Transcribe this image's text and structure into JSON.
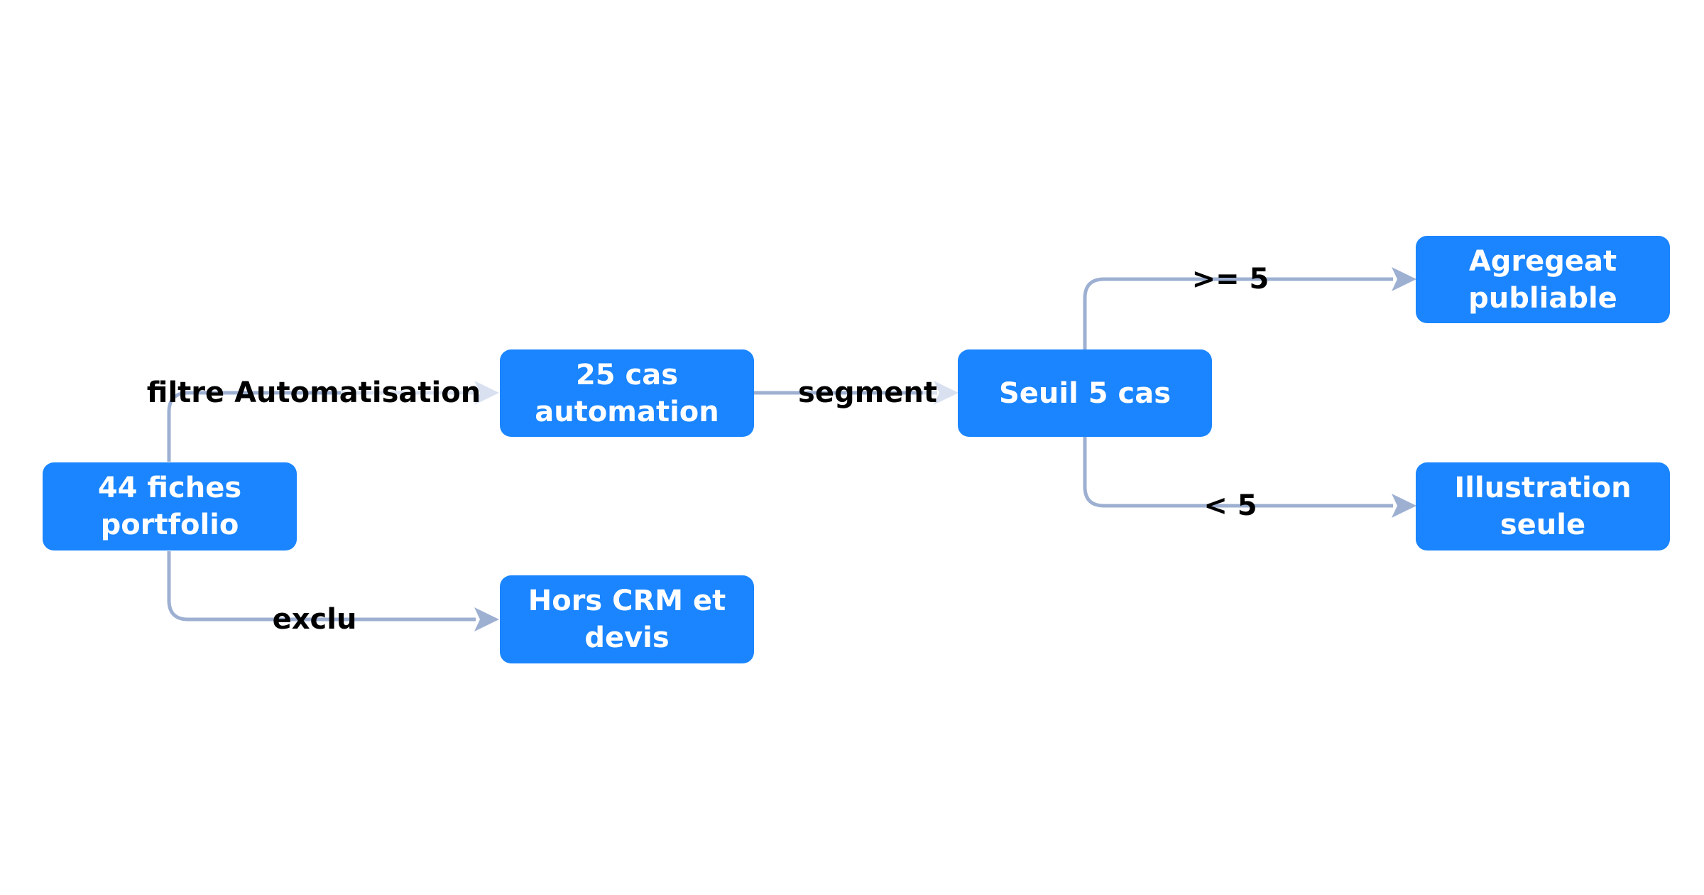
{
  "diagram": {
    "colors": {
      "node_fill": "#1a85ff",
      "node_text": "#ffffff",
      "edge": "#9db0d2",
      "edge_faded": "#d9e1f0",
      "label_text": "#000000"
    },
    "nodes": {
      "portfolio": "44 fiches portfolio",
      "automation": "25 cas automation",
      "excluded": "Hors CRM et devis",
      "threshold": "Seuil 5 cas",
      "aggregate": "Agregeat publiable",
      "illustration": "Illustration seule"
    },
    "edges": {
      "filter": "filtre Automatisation",
      "excluded": "exclu",
      "segment": "segment",
      "gte5": ">= 5",
      "lt5": "< 5"
    }
  }
}
